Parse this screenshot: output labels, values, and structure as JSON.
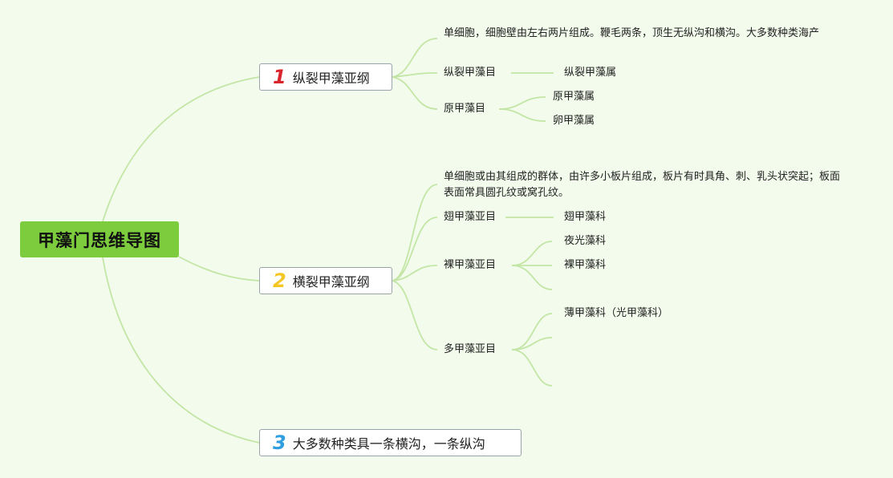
{
  "root": {
    "title": "甲藻门思维导图"
  },
  "branches": [
    {
      "number": "1",
      "number_color": "#d8262c",
      "label": "纵裂甲藻亚纲",
      "description": "单细胞，细胞壁由左右两片组成。鞭毛两条，顶生无纵沟和横沟。大多数种类海产",
      "orders": [
        {
          "name": "纵裂甲藻目",
          "children": [
            "纵裂甲藻属"
          ]
        },
        {
          "name": "原甲藻目",
          "children": [
            "原甲藻属",
            "卵甲藻属"
          ]
        }
      ]
    },
    {
      "number": "2",
      "number_color": "#f3c623",
      "label": "横裂甲藻亚纲",
      "description": "单细胞或由其组成的群体，由许多小板片组成，板片有时具角、刺、乳头状突起；板面表面常具圆孔纹或窝孔纹。",
      "orders": [
        {
          "name": "翅甲藻亚目",
          "children": [
            "翅甲藻科"
          ]
        },
        {
          "name": "裸甲藻亚目",
          "children": [
            "夜光藻科",
            "裸甲藻科",
            ""
          ]
        },
        {
          "name": "多甲藻亚目",
          "children": [
            "薄甲藻科（光甲藻科）",
            "",
            ""
          ]
        }
      ]
    },
    {
      "number": "3",
      "number_color": "#2f9ee0",
      "label": "大多数种类具一条横沟，一条纵沟"
    }
  ]
}
